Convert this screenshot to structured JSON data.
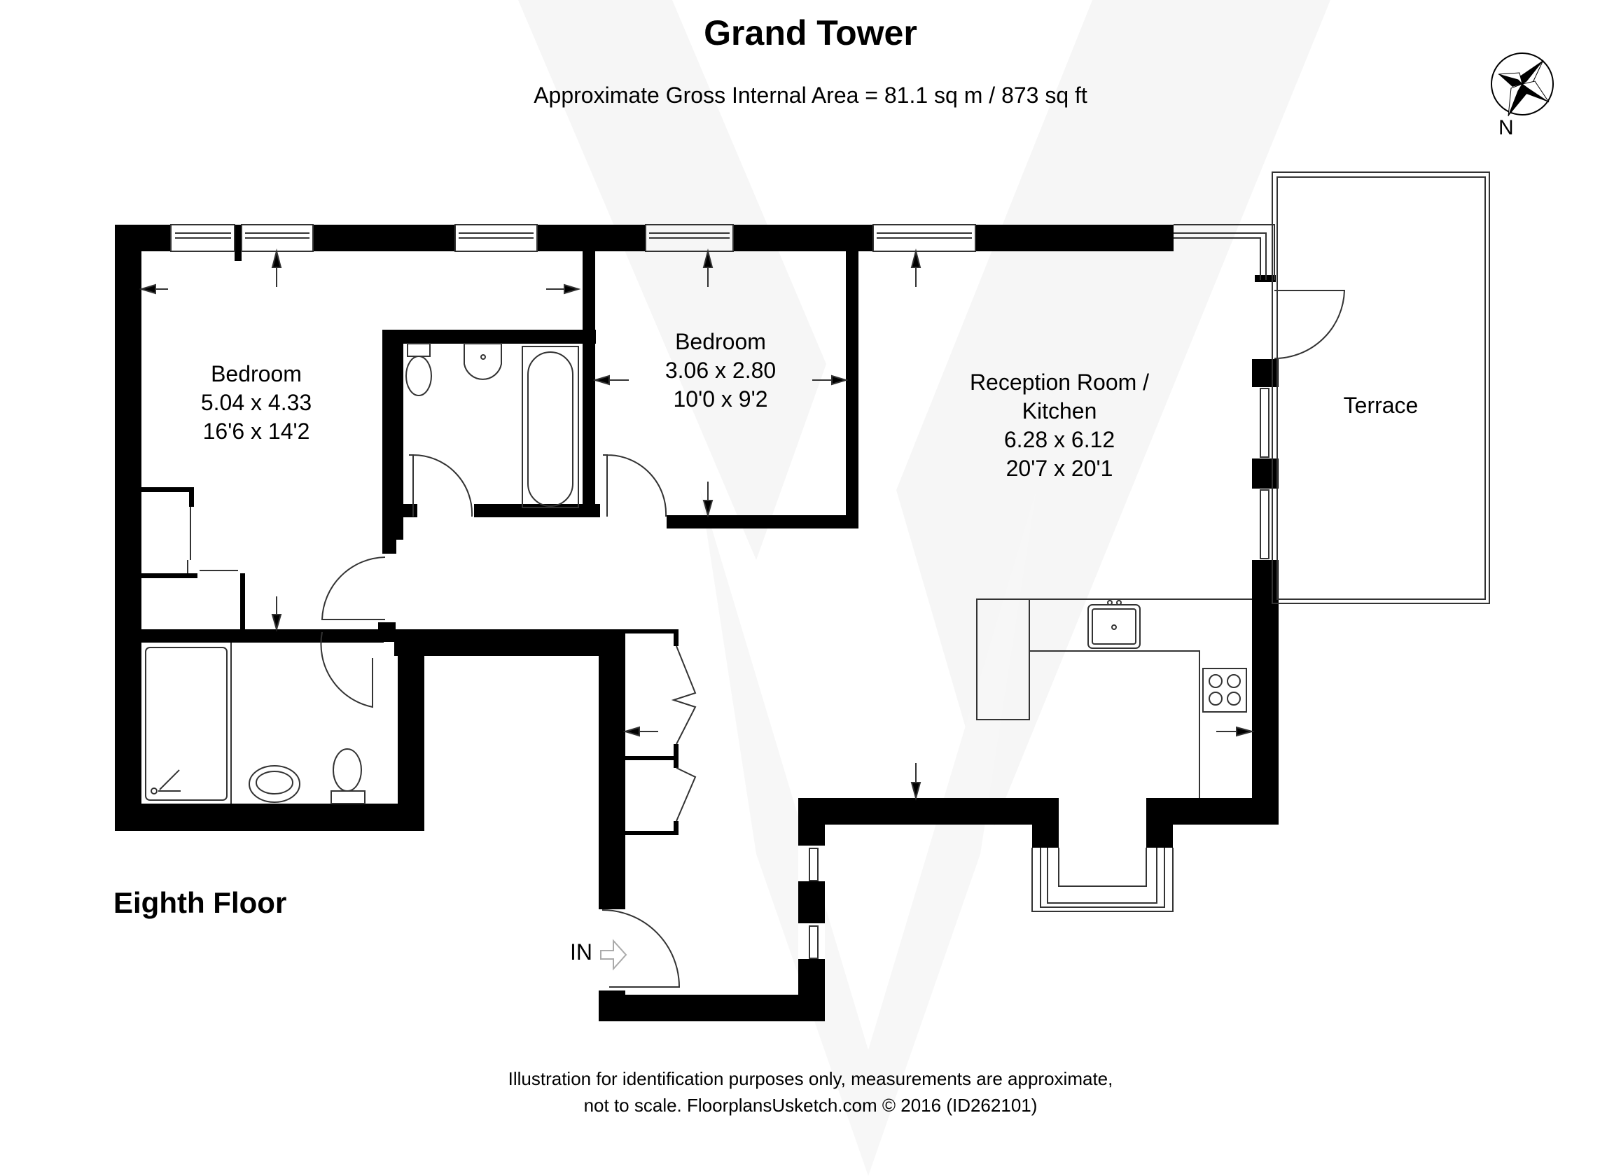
{
  "header": {
    "title": "Grand Tower",
    "area_text": "Approximate Gross Internal Area  = 81.1 sq m / 873 sq ft"
  },
  "compass": {
    "icon": "north-compass-icon",
    "label": "N"
  },
  "floor_label": "Eighth Floor",
  "entrance_label": "IN",
  "rooms": [
    {
      "name": "Bedroom",
      "metric": "5.04 x 4.33",
      "imperial": "16'6 x 14'2"
    },
    {
      "name": "Bedroom",
      "metric": "3.06 x 2.80",
      "imperial": "10'0 x 9'2"
    },
    {
      "name": "Reception Room /",
      "name_line2": "Kitchen",
      "metric": "6.28 x 6.12",
      "imperial": "20'7 x 20'1"
    },
    {
      "name": "Terrace"
    }
  ],
  "fixtures": [
    "toilet-icon",
    "washbasin-icon",
    "bathtub-icon",
    "shower-tray-icon",
    "kitchen-sink-icon",
    "hob-icon"
  ],
  "footer": {
    "line1": "Illustration for identification purposes only, measurements are approximate,",
    "line2": "not to scale. FloorplansUsketch.com © 2016 (ID262101)"
  },
  "colors": {
    "wall": "#000000",
    "line": "#555555",
    "background": "#ffffff",
    "watermark": "#f4f4f4"
  }
}
